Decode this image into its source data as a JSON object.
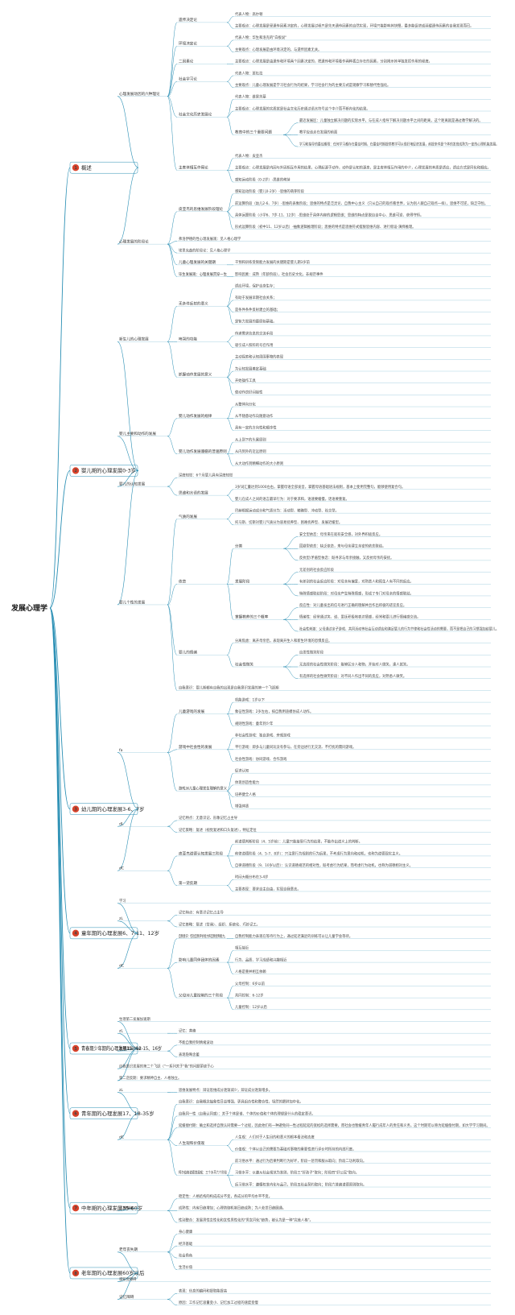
{
  "colors": {
    "line": "#2a8fb4",
    "badge": "#d9422b",
    "badge_text": "#ffffff"
  },
  "root": "发展心理学",
  "sections": [
    {
      "num": "1",
      "label": "概述",
      "children": [
        {
          "label": "心理发展动因的六种理论",
          "children": [
            {
              "label": "遗传决定论",
              "children": [
                {
                  "label": "代表人物：高尔顿"
                },
                {
                  "label": "主要观点：心理发展是受遗传因素决定的，心理发展过程只是先天遗传因素的自然实现，环境只能影响其快慢，最多能促进或延缓遗传因素的自我发现而已。"
                }
              ]
            },
            {
              "label": "环境决定论",
              "children": [
                {
                  "label": "代表人物：华生和洛克的\"白板说\""
                },
                {
                  "label": "主要观点：心理发展是由环境决定的，与遗传因素无关。"
                }
              ]
            },
            {
              "label": "二因素论",
              "children": [
                {
                  "label": "主要观点：心理发展是由遗传和环境两个因素决定的，把遗传和环境看作两种孤立存在的因素，分别揭示其单独发挥作用的程度。"
                }
              ]
            },
            {
              "label": "社会学习论",
              "children": [
                {
                  "label": "代表人物：班杜拉"
                },
                {
                  "label": "主要观点：儿童心理发展是学习社会行为的结果，学习社会行为的主要方式是观察学习和替代性强化。"
                }
              ]
            },
            {
              "label": "社会文化历史发展论",
              "children": [
                {
                  "label": "代表人物：维果茨基"
                },
                {
                  "label": "主要观点：心理发展的实质就是社会文化历史通过语言符号这个中介而不断内化的结果。"
                },
                {
                  "label": "教育中的三个重要问题",
                  "children": [
                    {
                      "label": "最近发展区：儿童独立解决问题的实际水平，与在成人指导下解决问题水平之间的距离，这个距离就是通过教学解决的。"
                    },
                    {
                      "label": "教学应该走在发展的前面"
                    },
                    {
                      "label": "学习和指导的最佳期限：任何学习都存在最佳时期，在最佳时期提供教学可以很好地促进发展，前提条件是个体的发育成熟为一定的心理机能发展。"
                    }
                  ]
                }
              ]
            },
            {
              "label": "主客体相互作用论",
              "children": [
                {
                  "label": "代表人物：皮亚杰"
                },
                {
                  "label": "主要观点：心理发展是内因与外因相互作用的结果，心理起源于动作，动作是认知的源泉，是主客体相互作用的中介，心理发展的本质是适应，适应方式是同化和顺应。"
                },
                {
                  "label": "感知运动阶段（0-2岁）-思维的萌芽"
                }
              ]
            }
          ]
        },
        {
          "label": "心理发展的阶段论",
          "children": [
            {
              "label": "皮亚杰的思维发展阶段理论",
              "children": [
                {
                  "label": "感知运动阶段（婴儿0-2岁）-思维的萌芽阶段"
                },
                {
                  "label": "前运算阶段（幼儿2-6、7岁）-思维的表象阶段；思维的特点是泛灵论、自我中心主义（只从自己的观点看世界，认为别人跟自己观点一样），思维不可逆，缺乏守恒。"
                },
                {
                  "label": "具体运算阶段（小学6、7岁-11、12岁）-思维处于具体内容的逻辑思维；思维的特点是脱自自中心、思维可逆、获得守恒。"
                },
                {
                  "label": "形式运算阶段（初中11、12岁以后）-抽象逻辑推理阶段；思维的特点是思维符式摆脱思维内容、进行假设-演绎推理。"
                }
              ]
            },
            {
              "label": "弗洛伊德的性心理发展观：见人格心理学"
            },
            {
              "label": "埃里克森的阶段论：见人格心理学"
            },
            {
              "label": "儿童心理发展的关键期",
              "children": [
                {
                  "label": "干预和训练受限能力发展的关键期是婴儿期3岁前"
                }
              ]
            },
            {
              "label": "毕生发展观：心理发展贯穿一生",
              "children": [
                {
                  "label": "影响因素：成熟（年龄阶段），社会历史文化，非规范事件"
                }
              ]
            }
          ]
        }
      ]
    },
    {
      "num": "2",
      "label": "婴儿期的心理发展0-3岁",
      "children": [
        {
          "label": "新生儿的心理发展",
          "children": [
            {
              "label": "无条件反射的意义",
              "children": [
                {
                  "label": "适应环境，保护自身生存；"
                },
                {
                  "label": "有助于发展早期社会关系；"
                },
                {
                  "label": "是条件条件反射建立的基础；"
                },
                {
                  "label": "是智力发展的最原始基础。"
                }
              ]
            },
            {
              "label": "啼哭的功能",
              "children": [
                {
                  "label": "传递需求信息的交流手段"
                },
                {
                  "label": "吸引成人照料的号召作用"
                }
              ]
            },
            {
              "label": "抓握动作发展的意义",
              "children": [
                {
                  "label": "主动探索和认知周围事物的表现"
                },
                {
                  "label": "为认知发展奠定基础"
                },
                {
                  "label": "开始操作工具"
                },
                {
                  "label": "使动作良好间接性"
                }
              ]
            }
          ]
        },
        {
          "label": "婴儿主要和动作的发展",
          "children": [
            {
              "label": "婴儿动作发展的规律",
              "children": [
                {
                  "label": "从整体向分化"
                },
                {
                  "label": "从不随意动作向随意动作"
                },
                {
                  "label": "具有一定的方向性和顺序性"
                }
              ]
            },
            {
              "label": "婴儿动作发展遵循的普遍原则",
              "children": [
                {
                  "label": "从上到下的头尾原则"
                },
                {
                  "label": "从内到外的近远原则"
                },
                {
                  "label": "从大动作到精细动作的大小原则"
                }
              ]
            }
          ]
        },
        {
          "label": "婴儿的认知发展",
          "children": [
            {
              "label": "深度知觉：6个月婴儿具有深度知觉"
            },
            {
              "label": "思维和言语的发展",
              "children": [
                {
                  "label": "3岁词汇量达到1000左右，掌握母语全部发音，掌握母语基础语法规则，基本上使用完整句，能够使用复合句。"
                },
                {
                  "label": "婴儿在成人之间的语言最早行为：对于要求和，语速要缓慢，话语要重复。"
                }
              ]
            }
          ]
        },
        {
          "label": "婴儿个性的发展",
          "children": [
            {
              "label": "气质的发展",
              "children": [
                {
                  "label": "巴赫根据运动成分和气质分为：活动型、精确型、冲动型、社交型。"
                },
                {
                  "label": "托马斯、切斯对婴儿气质分为容易抚养型、困难抚养型、发展迟缓型。"
                }
              ]
            },
            {
              "label": "依恋",
              "children": [
                {
                  "label": "分类",
                  "children": [
                    {
                      "label": "安全型依恋：母亲来在就有安全感，对外界积极反应。"
                    },
                    {
                      "label": "回避型依恋：缺乏依恋，来与母亲建立亲密的依恋联结。"
                    },
                    {
                      "label": "反抗型/矛盾型依恋：既寻求与母亲接触，又反抗母亲的安抚。"
                    }
                  ]
                },
                {
                  "label": "发展阶段",
                  "children": [
                    {
                      "label": "无差别的社会反应阶段"
                    },
                    {
                      "label": "有差别的社会反应阶段：对母亲有偏爱，对熟悉人和陌生人有不同的反应。"
                    },
                    {
                      "label": "特殊情感联结阶段：对母亲产生特殊情感，形成了专门对母亲的情感联结。"
                    }
                  ]
                },
                {
                  "label": "掌握教养的三个概率",
                  "children": [
                    {
                      "label": "反应性：对儿童发出的信号进行正确的理解并且作出积极的适宜反应。"
                    },
                    {
                      "label": "情绪性：经常通过笑、说、爱抚积极地表达情感，经常和婴儿进行情绪感交流。"
                    },
                    {
                      "label": "社会性刺激：父母通过亲子游戏、共同活动等社会互动适应和满足婴儿的行为节律和社会性活动的需要，而不是把自己的习惯强加给婴儿。"
                    }
                  ]
                }
              ]
            },
            {
              "label": "婴儿的情绪",
              "children": [
                {
                  "label": "分离焦虑：离开母亲后，表现离开生人和新生环境的恐惧反应。"
                },
                {
                  "label": "社会性微笑",
                  "children": [
                    {
                      "label": "自发性微笑阶段"
                    },
                    {
                      "label": "无选择的社会性微笑阶段：能够区分人和物，开始对人微笑，逢人就笑。"
                    },
                    {
                      "label": "有选择的社会性微笑阶段：对不同人作出不同的反应，对熟悉人微笑。"
                    }
                  ]
                }
              ]
            },
            {
              "label": "自我意识：婴儿期都有自我的出现是自我意识发展的第一个飞跃期"
            }
          ]
        }
      ]
    },
    {
      "num": "3",
      "label": "幼儿期的心理发展3-6、7岁",
      "children": [
        {
          "label": "fa",
          "children": [
            {
              "label": "儿童游戏的发展",
              "children": [
                {
                  "label": "机能游戏：1岁以下"
                },
                {
                  "label": "象征性游戏：2岁左右，按自我用途模仿成人动作。"
                },
                {
                  "label": "规则性游戏：童年到少年"
                }
              ]
            },
            {
              "label": "游戏中社会性的发展",
              "children": [
                {
                  "label": "非社会性游戏：独自游戏、旁观游戏"
                },
                {
                  "label": "平行游戏：即多与儿童同玩没有参与，在旁边进行无交流、不打扰的需同游戏。"
                },
                {
                  "label": "社会性游戏：协同游戏、合作游戏"
                }
              ]
            },
            {
              "label": "游戏对儿童心理发生理解的意义",
              "children": [
                {
                  "label": "促进认知"
                },
                {
                  "label": "体现创造性能力"
                },
                {
                  "label": "培养健全人格"
                },
                {
                  "label": "增强体质"
                }
              ]
            }
          ]
        },
        {
          "label": "dL",
          "children": [
            {
              "label": "记忆特点：无意识记、形象记忆占主导"
            },
            {
              "label": "记忆策略：复述（视觉复述和口头复述），特征定位"
            }
          ]
        },
        {
          "label": "dC",
          "children": [
            {
              "label": "皮亚杰道德认知发展三阶段",
              "children": [
                {
                  "label": "前道德判断阶段（4、5岁前）：儿童只能接受行为的结果，不能作出道义上的判断。"
                },
                {
                  "label": "他律道德阶段（4、5-7、8岁）：只注意行为规则的行为后果，不考虑行为意向和动机，也称为道德现实主义。"
                },
                {
                  "label": "自律道德阶段（9、10岁以后）：认识道德规范的相对性，既考虑行为结果，而考虑行为动机，也称为道德相对主义。"
                }
              ]
            },
            {
              "label": "第一逆反期",
              "children": [
                {
                  "label": "时间大概分布在3-4岁"
                },
                {
                  "label": "主要表现：要求自主自由，实现自我意志。"
                }
              ]
            }
          ]
        }
      ]
    },
    {
      "num": "4",
      "label": "童年期的心理发展6、7-11、12岁",
      "children": [
        {
          "label": "学习"
        },
        {
          "label": "zL",
          "children": [
            {
              "label": "记忆特点：有意识记忆占主导"
            },
            {
              "label": "记忆策略：复述（背诵）、组织、系统化、巧妙记工。"
            }
          ]
        },
        {
          "label": "dC",
          "children": [
            {
              "label": "自我意识：包括自我评价能力和自我控制能力。",
              "children": [
                {
                  "label": "自我控制能力表现在等待行为上，通过延迟满足的训练可以让儿童学会等待。"
                }
              ]
            },
            {
              "label": "影响儿童同伴团体的因素",
              "children": [
                {
                  "label": "相互接近"
                },
                {
                  "label": "行为、品质、学习成绩和兴趣相近"
                },
                {
                  "label": "人格是重并相互依赖"
                }
              ]
            },
            {
              "label": "父母对儿童控制的三个阶段",
              "children": [
                {
                  "label": "父母控制：6岁以前"
                },
                {
                  "label": "共同控制：6-12岁"
                },
                {
                  "label": "儿童控制：12岁以后"
                }
              ]
            }
          ]
        }
      ]
    },
    {
      "num": "5",
      "label": "青春期少年期的心理发展11、12-15、16岁",
      "children": [
        {
          "label": "生理第二发展加速期"
        },
        {
          "label": "zL",
          "children": [
            {
              "label": "记忆：黄峰"
            }
          ]
        },
        {
          "label": "独理发展特点",
          "children": [
            {
              "label": "不能自我控制情绪波动"
            },
            {
              "label": "表现隐晦含蓄"
            }
          ]
        },
        {
          "label": "自我意识发展的第二个飞跃（\"一系列关于\"我\"的问题萦绕于心"
        },
        {
          "label": "第二逆反期：要求精神自主、人格独立。"
        }
      ]
    },
    {
      "num": "6",
      "label": "青年期的心理发展17、18-35岁",
      "children": [
        {
          "label": "zL",
          "children": [
            {
              "label": "思维发展特点：辩证思维成分逐渐减少，辩证成分逐渐增多。"
            }
          ]
        },
        {
          "label": "dC",
          "children": [
            {
              "label": "自我意识：自我概念抽象性日益增强，更具组合性和整合性，坦然的肥胖加中化。"
            },
            {
              "label": "自我同一性（自我认同感）：关于个体是谁、个体的价值和个体的理想是什么的稳定意识。"
            },
            {
              "label": "延缓偿付期：确立和选择自我认同需要一个过程，因此他们有一种避免同一性过程延延的宽松的选择需要，而社会也暂缓青年人履行成年人的责任和义务，这个时期可以称为延缓偿付期，如大学学习期间。"
            },
            {
              "label": "人生观和价值观",
              "children": [
                {
                  "label": "人生观：人们对于人生目的和意义的根本看法和态度"
                },
                {
                  "label": "价值观：个体以自己的需要为基础对事物的重要性进行评价时所持的内部尺度。"
                }
              ]
            },
            {
              "label": "柯尔伯格道德发展观：三个水平六个阶段",
              "children": [
                {
                  "label": "前习俗水平：通过行为后果判断行为好坏，阶段一惩罚和服从取向；阶段二功利取向。"
                },
                {
                  "label": "习俗水平：以遵从社会规范为准则，阶段三\"好孩子\"取向；阶段四\"好公民\"取向。"
                },
                {
                  "label": "后习俗水平：遵循权准内化与品己，阶段五社会契约取向；阶段六普遍道德原则取向。"
                }
              ]
            }
          ]
        }
      ]
    },
    {
      "num": "7",
      "label": "中年期的心理发展35-60岁",
      "children": [
        {
          "label": "人格特征",
          "children": [
            {
              "label": "稳定性：人格结构的构成成分不变，各成分的平均水平不变。"
            },
            {
              "label": "成熟性：内省日趋增加；心理防御机制日趋成熟；为人处世日趋圆通。"
            },
            {
              "label": "性别整合：发展男性女性化和女性男性化的\"男女同化\"趋势，被认为是一种\"完美人格\"。"
            }
          ]
        }
      ]
    },
    {
      "num": "8",
      "label": "老年期的心理发展60岁以后",
      "children": [
        {
          "label": "老年丧失期",
          "children": [
            {
              "label": "身心健康"
            },
            {
              "label": "经济基础"
            },
            {
              "label": "社会角色"
            },
            {
              "label": "生活价值"
            }
          ]
        },
        {
          "label": "感知觉障碍"
        },
        {
          "label": "记忆障碍",
          "children": [
            {
              "label": "表现：信息的编码和提取能提高"
            },
            {
              "label": "原因：工作记忆容量变小、记忆加工过程的速度变慢"
            }
          ]
        }
      ]
    }
  ]
}
